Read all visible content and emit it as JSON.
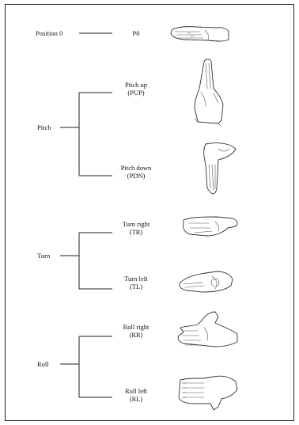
{
  "position0": {
    "label": "Position 0",
    "code": "P0"
  },
  "groups": [
    {
      "name": "Pitch",
      "items": [
        {
          "label": "Pitch up",
          "code": "(PUP)",
          "icon": "hand-pitch-up-icon"
        },
        {
          "label": "Pitch down",
          "code": "(PDN)",
          "icon": "hand-pitch-down-icon"
        }
      ]
    },
    {
      "name": "Turn",
      "items": [
        {
          "label": "Turn right",
          "code": "(TR)",
          "icon": "hand-turn-right-icon"
        },
        {
          "label": "Turn left",
          "code": "(TL)",
          "icon": "hand-turn-left-icon"
        }
      ]
    },
    {
      "name": "Roll",
      "items": [
        {
          "label": "Roll right",
          "code": "(RR)",
          "icon": "hand-roll-right-icon"
        },
        {
          "label": "Roll left",
          "code": "(RL)",
          "icon": "hand-roll-left-icon"
        }
      ]
    }
  ]
}
